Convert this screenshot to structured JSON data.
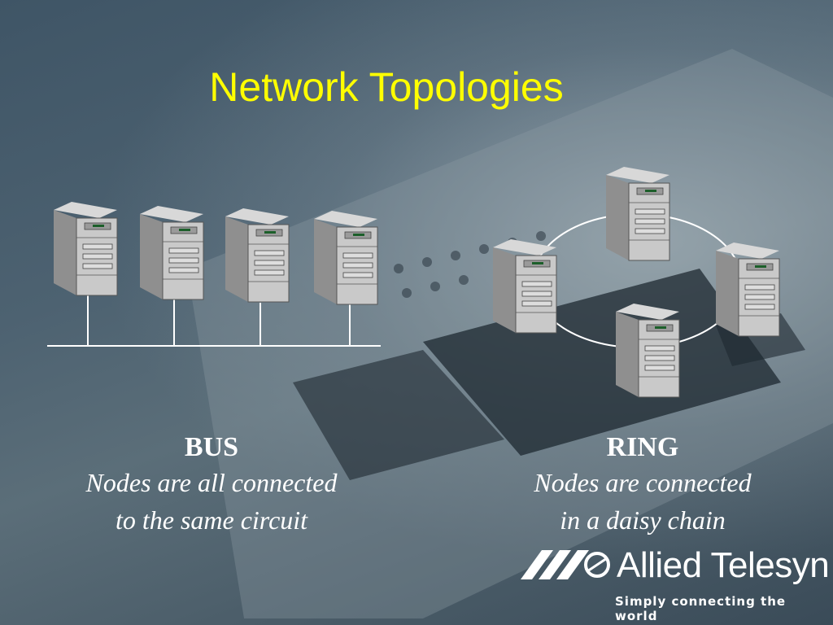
{
  "slide": {
    "title": "Network Topologies"
  },
  "bus": {
    "heading": "BUS",
    "line1": "Nodes are all connected",
    "line2": "to the same circuit"
  },
  "ring": {
    "heading": "RING",
    "line1": "Nodes are connected",
    "line2": "in a daisy chain"
  },
  "brand": {
    "name": "Allied Telesyn",
    "tagline": "Simply connecting the world"
  },
  "colors": {
    "title": "#ffff00",
    "text": "#ffffff",
    "wire": "#ffffff"
  },
  "icons": {
    "node": "tower-computer-icon",
    "logo": "allied-telesyn-logo"
  }
}
